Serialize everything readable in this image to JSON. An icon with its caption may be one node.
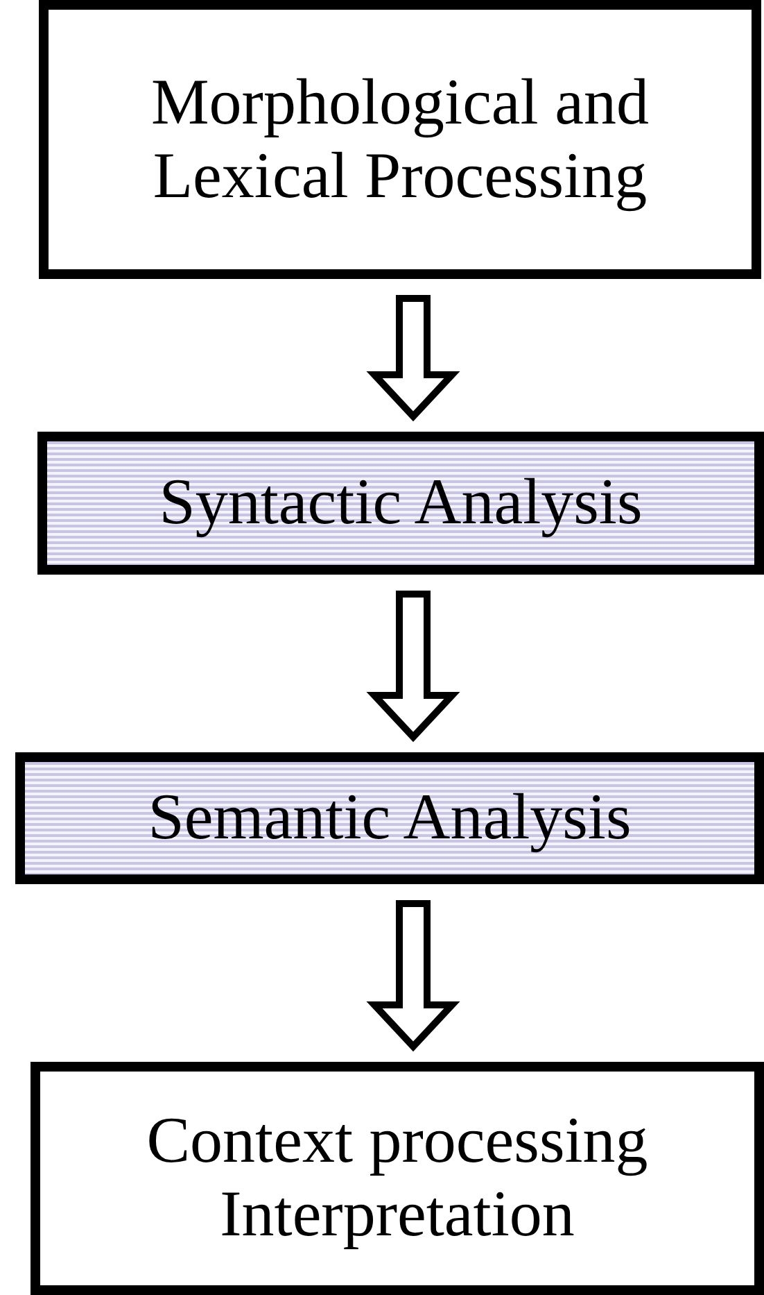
{
  "diagram": {
    "nodes": [
      {
        "text": [
          "Morphological and Lexical Processing"
        ]
      },
      {
        "text": [
          "Syntactic Analysis"
        ]
      },
      {
        "text": [
          "Semantic Analysis"
        ]
      },
      {
        "text": [
          "Context processing Interpretation"
        ]
      }
    ],
    "edges": [
      {
        "from": 0,
        "to": 1,
        "arrow": "to"
      },
      {
        "from": 1,
        "to": 2,
        "arrow": "to"
      },
      {
        "from": 2,
        "to": 3,
        "arrow": "to"
      }
    ]
  }
}
